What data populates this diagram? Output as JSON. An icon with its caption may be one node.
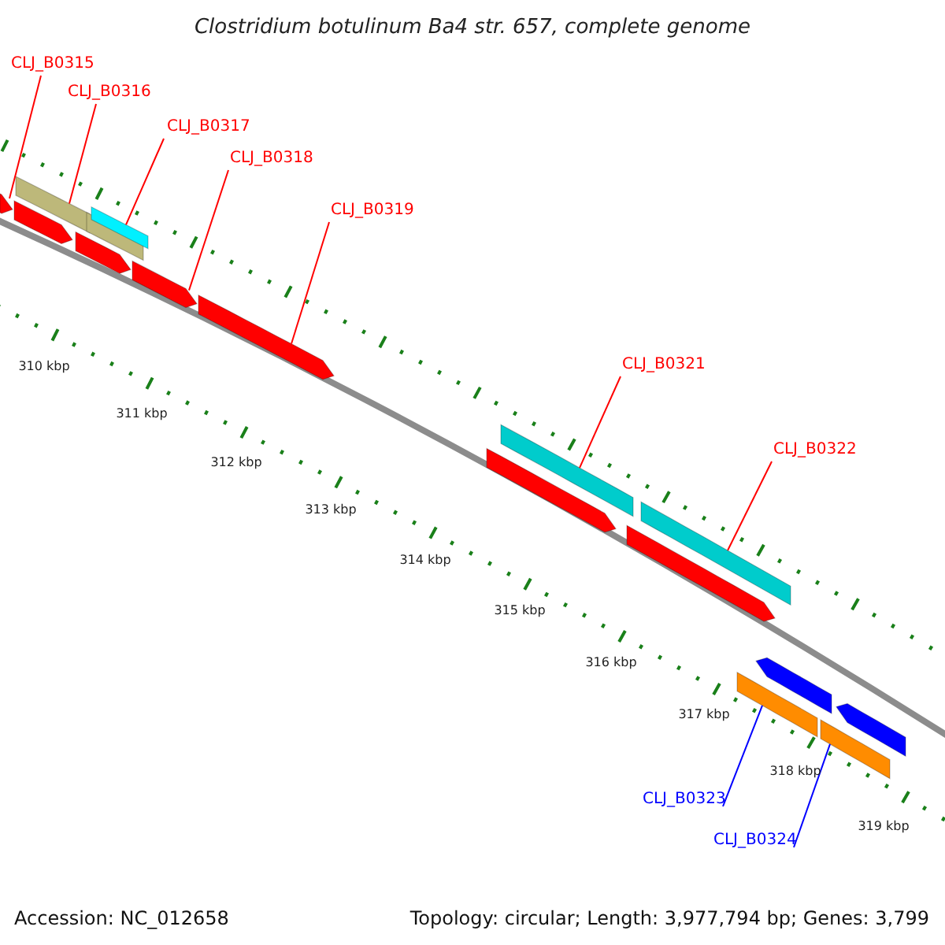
{
  "diagram": {
    "title": "Clostridium botulinum Ba4 str. 657, complete genome",
    "nodes": [
      {
        "text": [
          "CLJ_B0315"
        ]
      },
      {
        "text": [
          "CLJ_B0316"
        ]
      },
      {
        "text": [
          "CLJ_B0317"
        ]
      },
      {
        "text": [
          "CLJ_B0318"
        ]
      },
      {
        "text": [
          "CLJ_B0319"
        ]
      },
      {
        "text": [
          "CLJ_B0321"
        ]
      },
      {
        "text": [
          "CLJ_B0322"
        ]
      },
      {
        "text": [
          "CLJ_B0323"
        ]
      },
      {
        "text": [
          "CLJ_B0324"
        ]
      },
      {
        "text": [],
        "shape": "bar"
      },
      {
        "text": [],
        "shape": "bar"
      },
      {
        "text": [],
        "shape": "bar"
      },
      {
        "text": [],
        "shape": "bar"
      },
      {
        "text": [],
        "shape": "bar"
      },
      {
        "text": [],
        "shape": "bar"
      },
      {
        "text": [],
        "shape": "bar"
      },
      {
        "text": [],
        "shape": "bar"
      },
      {
        "text": [],
        "shape": "bar"
      },
      {
        "text": [],
        "shape": "bar"
      },
      {
        "text": [],
        "shape": "bar"
      },
      {
        "text": [],
        "shape": "bar"
      },
      {
        "text": [],
        "shape": "bar"
      },
      {
        "text": [],
        "shape": "bar"
      },
      {
        "text": [],
        "shape": "bar"
      },
      {
        "text": [],
        "shape": "bar"
      }
    ],
    "edges": [
      {
        "from": 0,
        "to": 9,
        "arrow": "none"
      },
      {
        "from": 1,
        "to": 11,
        "arrow": "none"
      },
      {
        "from": 2,
        "to": 14,
        "arrow": "none"
      },
      {
        "from": 3,
        "to": 15,
        "arrow": "none"
      },
      {
        "from": 4,
        "to": 16,
        "arrow": "none"
      },
      {
        "from": 5,
        "to": 18,
        "arrow": "none"
      },
      {
        "from": 6,
        "to": 20,
        "arrow": "none"
      },
      {
        "from": 7,
        "to": 21,
        "arrow": "none",
        "color": "#0000ff"
      },
      {
        "from": 8,
        "to": 23,
        "arrow": "none",
        "color": "#0000ff"
      }
    ],
    "labels": [
      "310 kbp",
      "311 kbp",
      "312 kbp",
      "313 kbp",
      "314 kbp",
      "315 kbp",
      "316 kbp",
      "317 kbp",
      "318 kbp",
      "319 kbp",
      "Accession: NC_012658",
      "Topology: circular; Length: 3,977,794 bp; Genes: 3,799"
    ]
  }
}
